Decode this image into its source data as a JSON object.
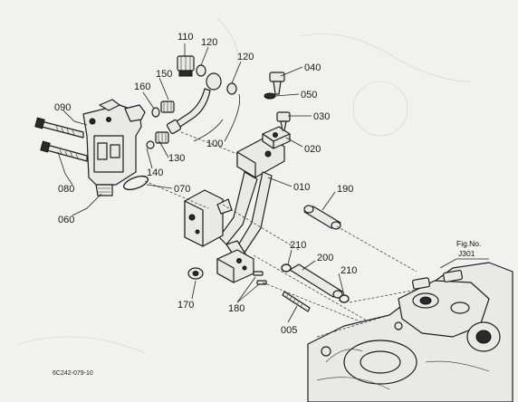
{
  "diagram": {
    "figure_ref": {
      "line1": "Fig.No.",
      "line2": "J301"
    },
    "drawing_code": "6C242-079-10",
    "callouts": [
      "110",
      "120",
      "120",
      "150",
      "160",
      "090",
      "040",
      "050",
      "030",
      "020",
      "100",
      "130",
      "140",
      "080",
      "070",
      "010",
      "190",
      "060",
      "210",
      "200",
      "210",
      "170",
      "180",
      "005"
    ]
  }
}
